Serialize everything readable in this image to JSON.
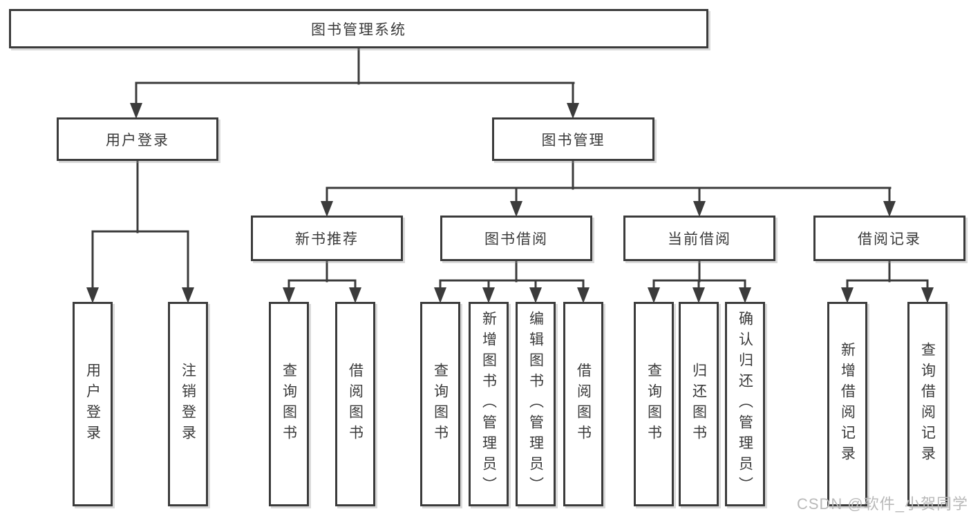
{
  "nodes": {
    "root": {
      "label": "图书管理系统"
    },
    "level2": [
      {
        "label": "用户登录"
      },
      {
        "label": "图书管理"
      }
    ],
    "level3": [
      {
        "label": "新书推荐"
      },
      {
        "label": "图书借阅"
      },
      {
        "label": "当前借阅"
      },
      {
        "label": "借阅记录"
      }
    ],
    "leaves": {
      "login": [
        {
          "label": "用户登录"
        },
        {
          "label": "注销登录"
        }
      ],
      "recommend": [
        {
          "label": "查询图书"
        },
        {
          "label": "借阅图书"
        }
      ],
      "borrow": [
        {
          "label": "查询图书"
        },
        {
          "label": "新增图书（管理员）"
        },
        {
          "label": "编辑图书（管理员）"
        },
        {
          "label": "借阅图书"
        }
      ],
      "current": [
        {
          "label": "查询图书"
        },
        {
          "label": "归还图书"
        },
        {
          "label": "确认归还（管理员）"
        }
      ],
      "records": [
        {
          "label": "新增借阅记录"
        },
        {
          "label": "查询借阅记录"
        }
      ]
    }
  },
  "watermark": "CSDN @软件_小贺同学",
  "colors": {
    "line": "#3b3b3b",
    "text": "#3a3a3a",
    "background": "#ffffff",
    "watermark": "#b9b9b9"
  }
}
